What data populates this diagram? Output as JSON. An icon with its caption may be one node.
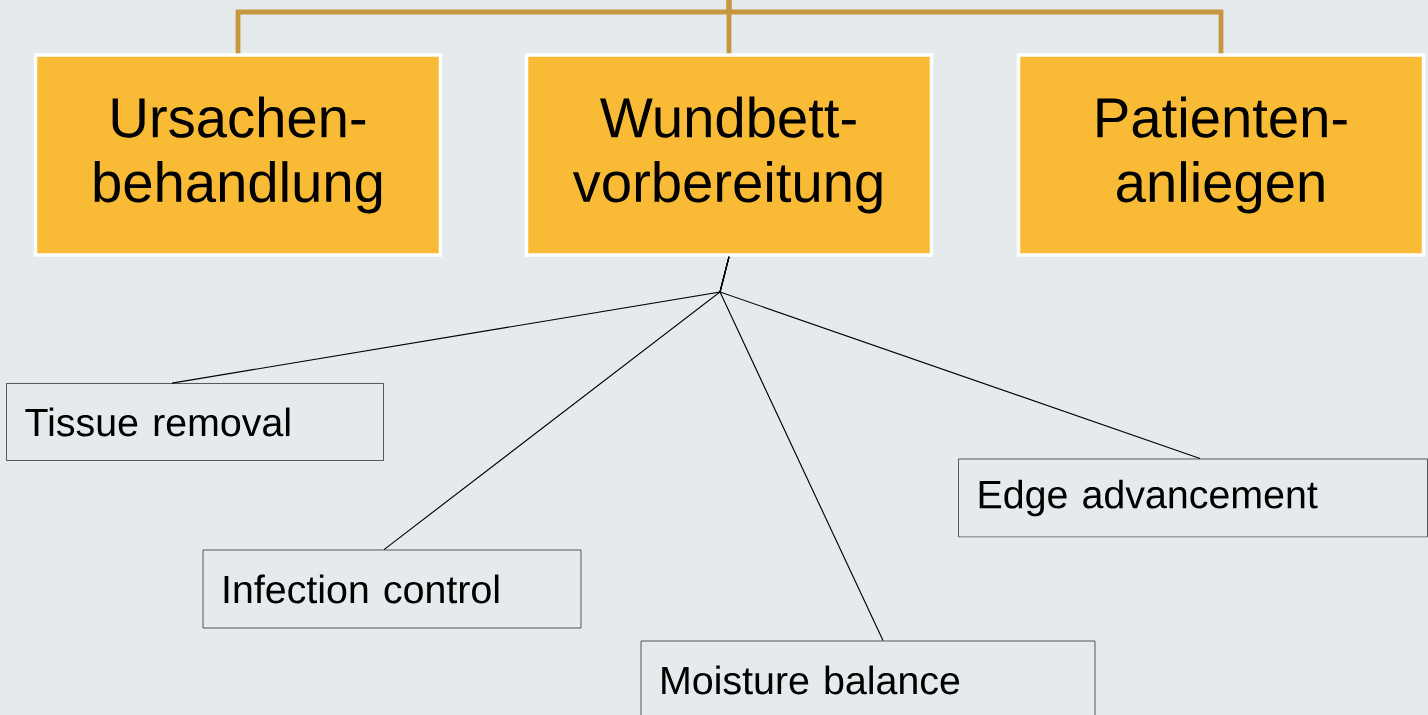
{
  "diagram": {
    "nodes": [
      {
        "text": [
          "Ursachen-behandlung"
        ]
      },
      {
        "text": [
          "Wundbett-vorbereitung"
        ]
      },
      {
        "text": [
          "Patienten-anliegen"
        ]
      },
      {
        "text": [
          "Tissue removal"
        ]
      },
      {
        "text": [
          "Infection control"
        ]
      },
      {
        "text": [
          "Moisture balance"
        ]
      },
      {
        "text": [
          "Edge advancement"
        ]
      }
    ],
    "edges": [
      {
        "from": null,
        "to": 0,
        "arrow": "none",
        "style": "thick",
        "color": "#c8963e"
      },
      {
        "from": null,
        "to": 1,
        "arrow": "none",
        "style": "thick",
        "color": "#c8963e"
      },
      {
        "from": null,
        "to": 2,
        "arrow": "none",
        "style": "thick",
        "color": "#c8963e"
      },
      {
        "from": 1,
        "to": 3,
        "arrow": "none"
      },
      {
        "from": 1,
        "to": 4,
        "arrow": "none"
      },
      {
        "from": 1,
        "to": 5,
        "arrow": "none"
      },
      {
        "from": 1,
        "to": 6,
        "arrow": "none"
      }
    ]
  }
}
